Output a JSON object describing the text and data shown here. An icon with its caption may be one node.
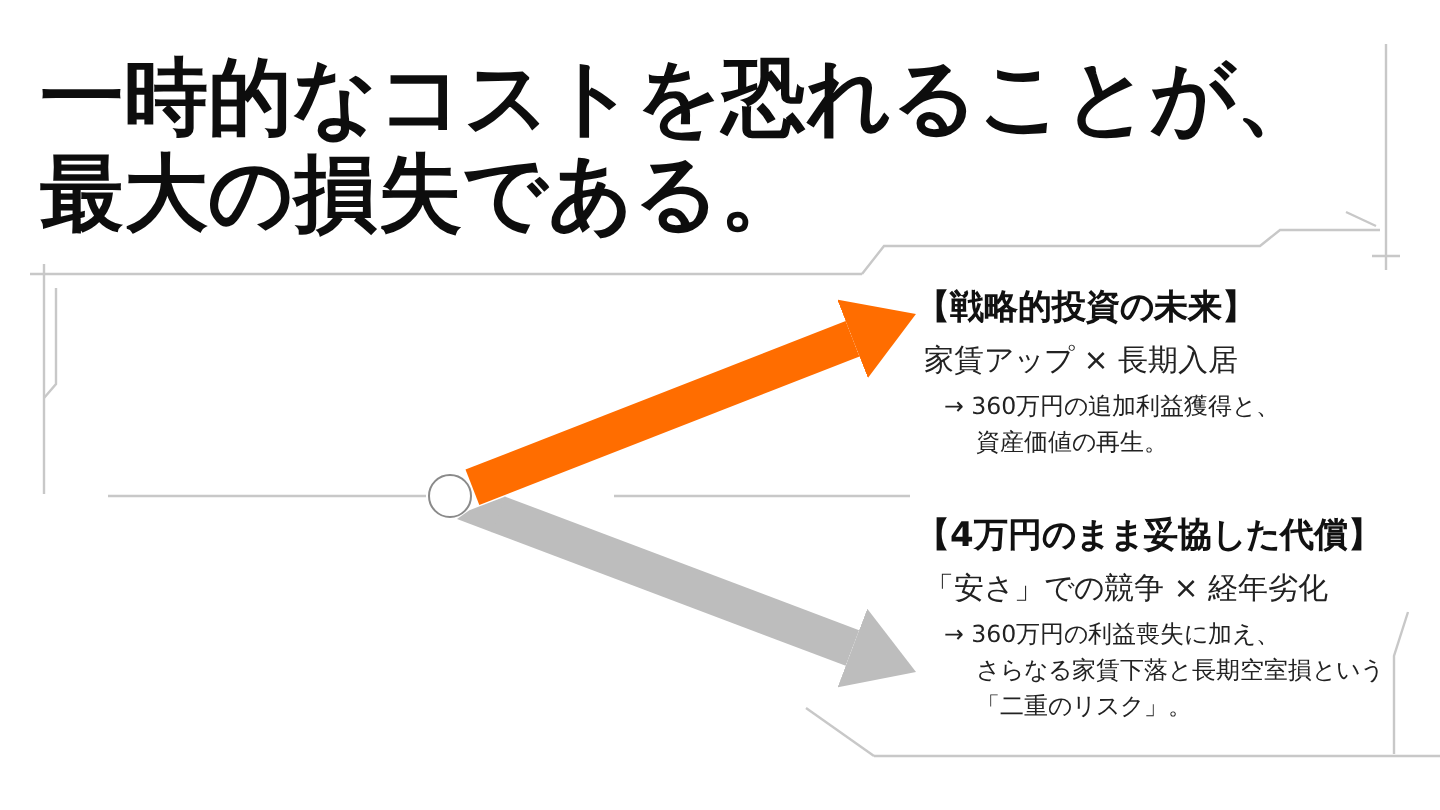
{
  "diagram": {
    "title": "一時的なコストを恐れることが、最大の損失である。",
    "nodes": [
      {
        "text": [],
        "shape": "circle"
      },
      {
        "text": [
          "【戦略的投資の未来】",
          "家賃アップ × 長期入居",
          "→ 360万円の追加利益獲得と、資産価値の再生。"
        ]
      },
      {
        "text": [
          "【4万円のまま妥協した代償】",
          "「安さ」での競争 × 経年劣化",
          "→ 360万円の利益喪失に加え、さらなる家賃下落と長期空室損という「二重のリスク」。"
        ]
      }
    ],
    "edges": [
      {
        "from": 0,
        "to": 1,
        "arrow": "to",
        "color": "#ff6d00"
      },
      {
        "from": 0,
        "to": 2,
        "arrow": "to",
        "color": "#bdbdbd"
      }
    ]
  }
}
